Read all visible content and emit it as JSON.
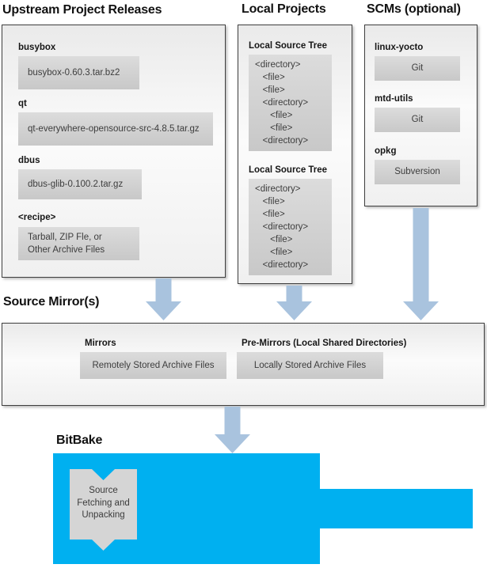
{
  "colors": {
    "accent_cyan": "#00b0f0",
    "arrow_blue": "#a9c3de",
    "panel_gray": "#d0d0d0"
  },
  "sections": {
    "upstream": {
      "title": "Upstream Project Releases",
      "items": [
        {
          "label": "busybox",
          "value": "busybox-0.60.3.tar.bz2"
        },
        {
          "label": "qt",
          "value": "qt-everywhere-opensource-src-4.8.5.tar.gz"
        },
        {
          "label": "dbus",
          "value": "dbus-glib-0.100.2.tar.gz"
        },
        {
          "label": "<recipe>",
          "value": "Tarball, ZIP Fle, or\nOther Archive Files"
        }
      ]
    },
    "local_projects": {
      "title": "Local Projects",
      "trees": [
        {
          "label": "Local Source Tree",
          "content": "<directory>\n   <file>\n   <file>\n   <directory>\n      <file>\n      <file>\n   <directory>"
        },
        {
          "label": "Local Source Tree",
          "content": "<directory>\n   <file>\n   <file>\n   <directory>\n      <file>\n      <file>\n   <directory>"
        }
      ]
    },
    "scms": {
      "title": "SCMs (optional)",
      "items": [
        {
          "label": "linux-yocto",
          "value": "Git"
        },
        {
          "label": "mtd-utils",
          "value": "Git"
        },
        {
          "label": "opkg",
          "value": "Subversion"
        }
      ]
    },
    "source_mirrors": {
      "title": "Source Mirror(s)",
      "items": [
        {
          "label": "Mirrors",
          "value": "Remotely Stored Archive Files"
        },
        {
          "label": "Pre-Mirrors (Local Shared Directories)",
          "value": "Locally Stored Archive Files"
        }
      ]
    },
    "bitbake": {
      "title": "BitBake",
      "process": "Source\nFetching and\nUnpacking"
    }
  }
}
